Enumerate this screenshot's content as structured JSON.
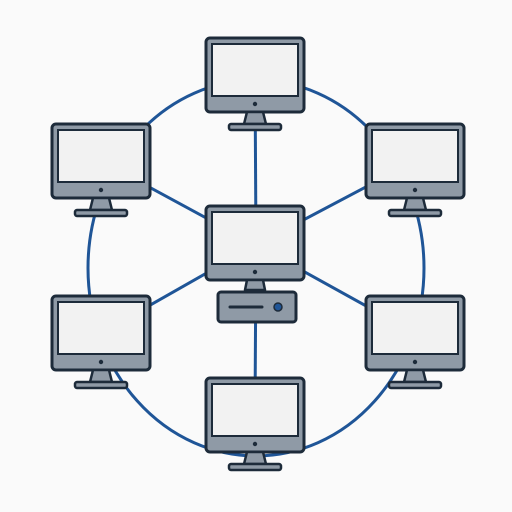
{
  "diagram": {
    "type": "network-topology",
    "center": {
      "id": "server",
      "device": "computer-with-tower"
    },
    "nodes": [
      {
        "id": "top",
        "device": "monitor"
      },
      {
        "id": "top-left",
        "device": "monitor"
      },
      {
        "id": "top-right",
        "device": "monitor"
      },
      {
        "id": "bottom-left",
        "device": "monitor"
      },
      {
        "id": "bottom-right",
        "device": "monitor"
      },
      {
        "id": "bottom",
        "device": "monitor"
      }
    ],
    "ring": {
      "present": true
    },
    "spokes": [
      "top",
      "top-left",
      "top-right",
      "bottom-left",
      "bottom-right",
      "bottom"
    ]
  },
  "colors": {
    "background": "#fafafa",
    "outline": "#1d2b3a",
    "screen": "#f2f2f2",
    "bezel": "#8f9aa6",
    "link": "#1f5597",
    "power_dot": "#1f5597"
  },
  "icons": {
    "monitor": "desktop-monitor-icon",
    "tower": "server-tower-icon"
  }
}
